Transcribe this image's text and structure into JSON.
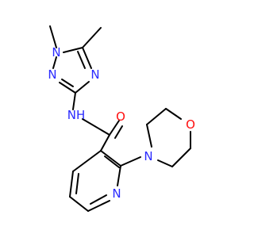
{
  "molecule": {
    "colors": {
      "bond": "#000000",
      "nitrogen": "#2b2bff",
      "oxygen": "#ff0d0d"
    },
    "atoms": {
      "triazole_n1": {
        "symbol": "N",
        "color": "#2b2bff"
      },
      "triazole_n2": {
        "symbol": "N",
        "color": "#2b2bff"
      },
      "triazole_n4": {
        "symbol": "N",
        "color": "#2b2bff"
      },
      "amide_nh": {
        "symbol": "N",
        "sub": "H",
        "color": "#2b2bff"
      },
      "carbonyl_o": {
        "symbol": "O",
        "color": "#ff0d0d"
      },
      "morpholine_n": {
        "symbol": "N",
        "color": "#2b2bff"
      },
      "morpholine_o": {
        "symbol": "O",
        "color": "#ff0d0d"
      },
      "pyridine_n": {
        "symbol": "N",
        "color": "#2b2bff"
      }
    }
  }
}
